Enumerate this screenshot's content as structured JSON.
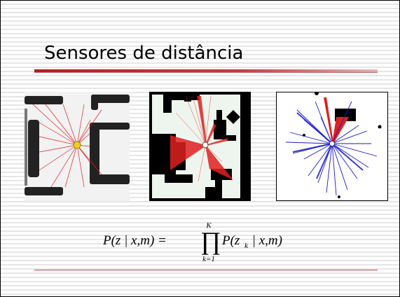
{
  "slide": {
    "title": "Sensores de distância",
    "colors": {
      "accent": "#b21e1e",
      "beam_red": "#e02020",
      "beam_blue": "#1a1acc"
    },
    "images": [
      {
        "name": "sonar-beams-map",
        "description_icon": "occupancy-grid-with-radial-beams"
      },
      {
        "name": "laser-scan-map",
        "description_icon": "occupancy-grid-with-laser-fan"
      },
      {
        "name": "range-readings-plot",
        "description_icon": "red-and-blue-range-rays"
      }
    ],
    "formula": {
      "lhs": "P(z | x,m) =",
      "product_upper": "K",
      "product_lower": "k=1",
      "rhs_prefix": "P(z",
      "rhs_subscript": "k",
      "rhs_suffix": " | x,m)"
    }
  }
}
